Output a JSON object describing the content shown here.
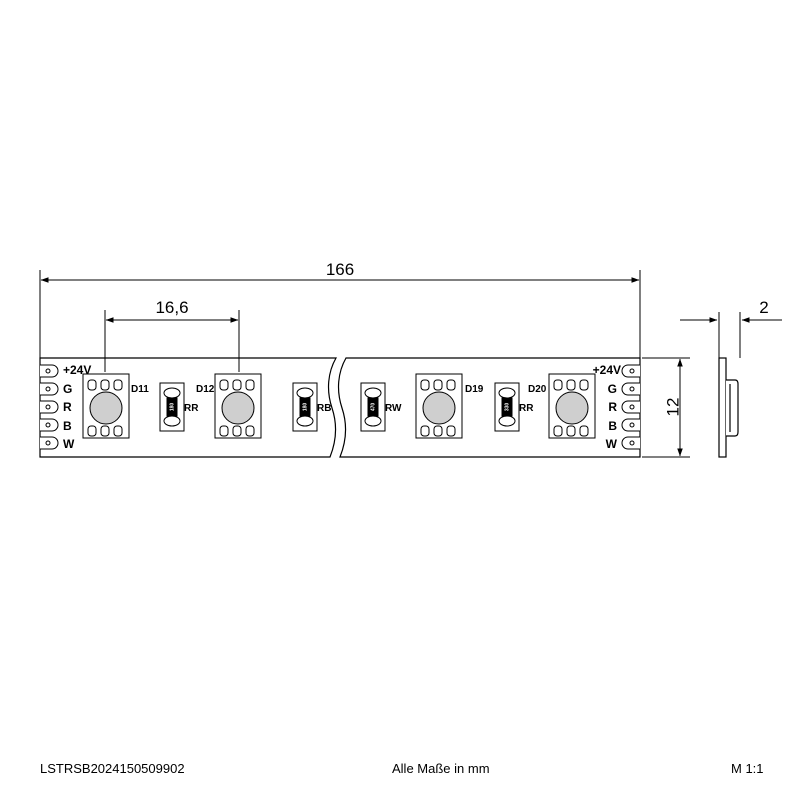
{
  "dimensions": {
    "total_length": "166",
    "led_pitch": "16,6",
    "width": "12",
    "thickness": "2"
  },
  "pads_left": [
    "+24V",
    "G",
    "R",
    "B",
    "W"
  ],
  "pads_right": [
    "+24V",
    "G",
    "R",
    "B",
    "W"
  ],
  "leds": [
    "D11",
    "D12",
    "D19",
    "D20"
  ],
  "resistors": [
    {
      "code": "180",
      "label": "RR"
    },
    {
      "code": "180",
      "label": "RB"
    },
    {
      "code": "470",
      "label": "RW"
    },
    {
      "code": "330",
      "label": "RR"
    }
  ],
  "footer": {
    "drawing_number": "LSTRSB2024150509902",
    "units_note": "Alle Maße in mm",
    "scale": "M 1:1"
  }
}
